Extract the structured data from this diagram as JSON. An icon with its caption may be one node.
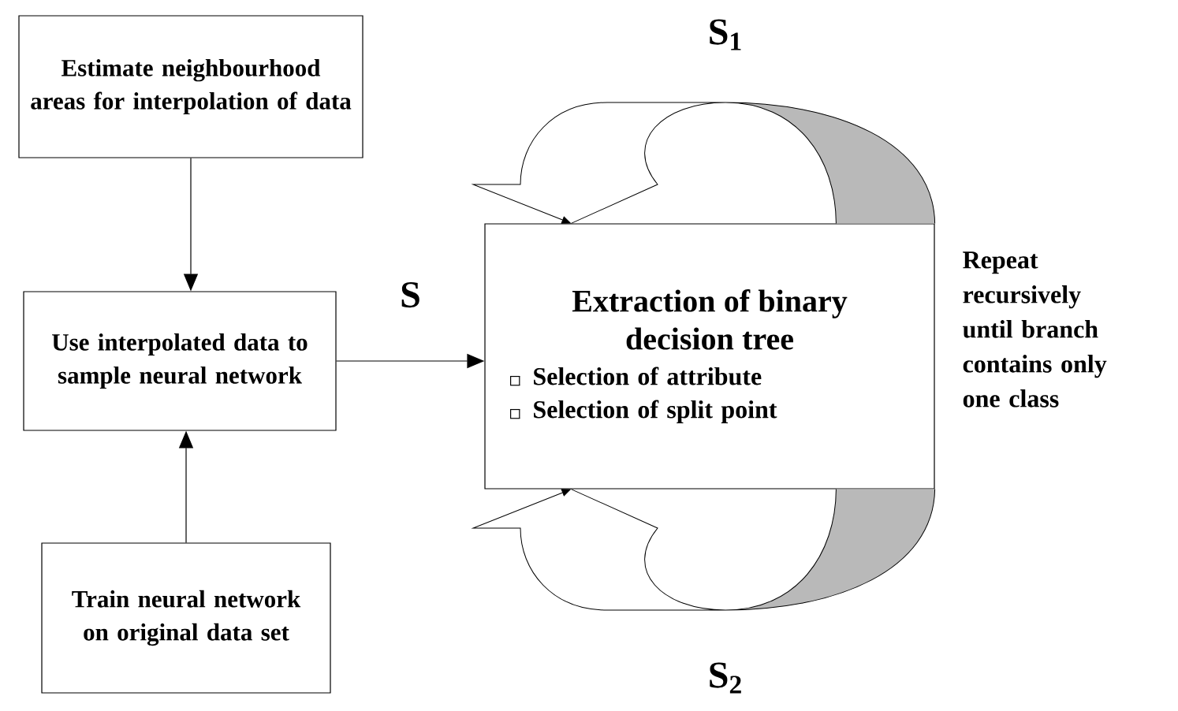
{
  "diagram": {
    "nodes": [
      {
        "text": [
          "Estimate neighbourhood areas for interpolation of data"
        ]
      },
      {
        "text": [
          "Use interpolated data to sample neural network"
        ]
      },
      {
        "text": [
          "Train neural network on original data set"
        ]
      },
      {
        "text": [
          "Extraction of binary decision tree",
          "Selection of attribute",
          "Selection of split point"
        ]
      }
    ],
    "edges": [
      {
        "from": 0,
        "to": 1,
        "arrow": "to"
      },
      {
        "from": 2,
        "to": 1,
        "arrow": "to"
      },
      {
        "from": 1,
        "to": 3,
        "arrow": "to",
        "label": "S"
      },
      {
        "from": 3,
        "to": 3,
        "arrow": "to",
        "label": "S$_{1}$"
      },
      {
        "from": 3,
        "to": 3,
        "arrow": "to",
        "label": "S$_{2}$"
      }
    ],
    "labels": [
      "Repeat recursively until branch contains only one class"
    ]
  }
}
